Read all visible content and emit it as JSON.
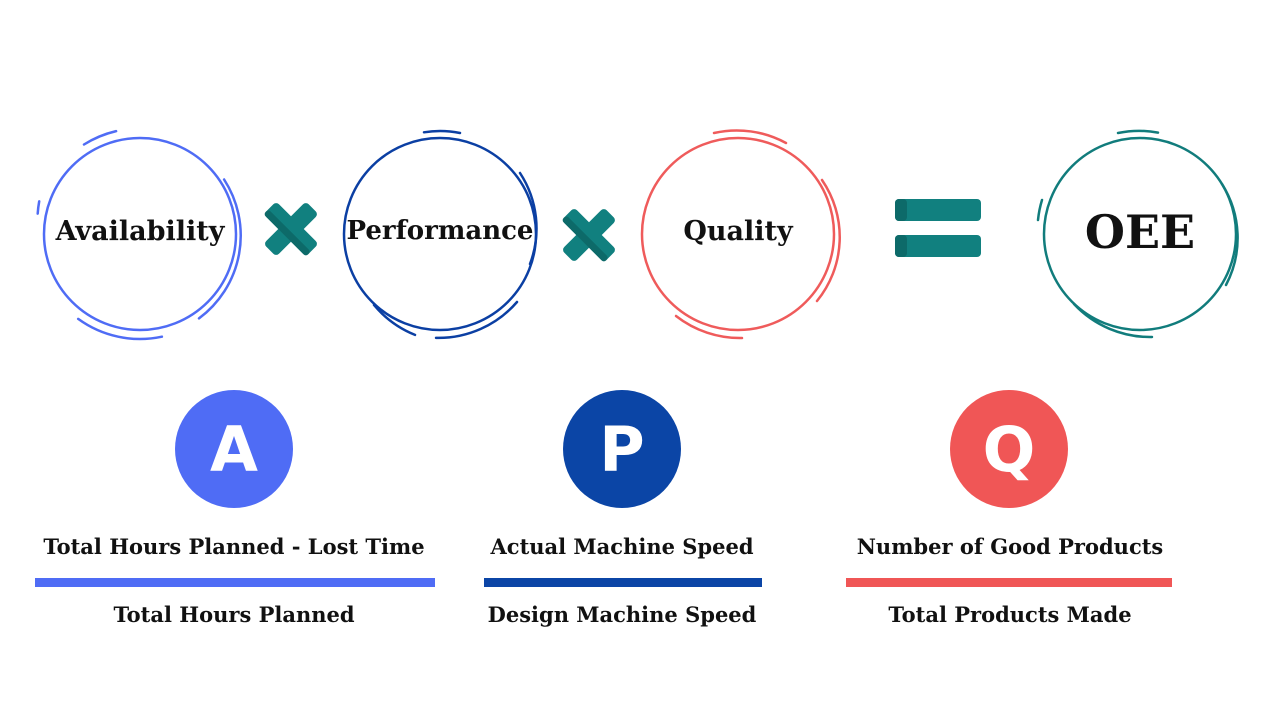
{
  "title_row": {
    "factors": [
      {
        "label": "Availability",
        "color": "#4f6cf5"
      },
      {
        "label": "Performance",
        "color": "#0b3fa3"
      },
      {
        "label": "Quality",
        "color": "#ef5b5b"
      }
    ],
    "result": {
      "label": "OEE",
      "color": "#117c7c"
    },
    "operator_color": "#11807f"
  },
  "formulas": [
    {
      "letter": "A",
      "color": "#4f6cf5",
      "numerator": "Total Hours Planned - Lost Time",
      "denominator": "Total Hours Planned"
    },
    {
      "letter": "P",
      "color": "#0b45a6",
      "numerator": "Actual Machine Speed",
      "denominator": "Design Machine Speed"
    },
    {
      "letter": "Q",
      "color": "#f05656",
      "numerator": "Number of Good Products",
      "denominator": "Total Products Made"
    }
  ]
}
